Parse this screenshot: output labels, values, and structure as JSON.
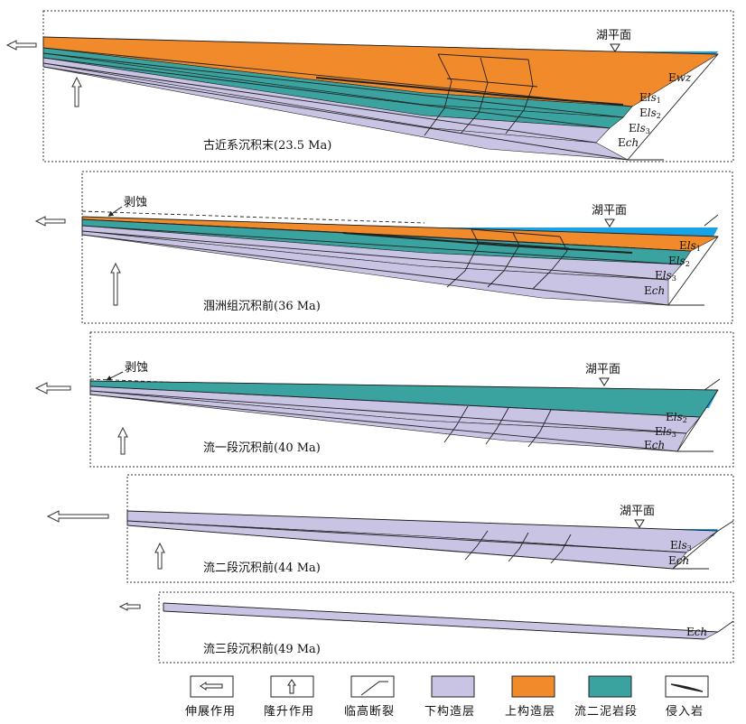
{
  "colors": {
    "lower_layer": "#c9c4e3",
    "upper_layer": "#f18a2a",
    "mudstone": "#3aa3a0",
    "lake": "#18a3e6",
    "stroke": "#222222"
  },
  "panels": [
    {
      "caption": "古近系沉积末(23.5 Ma)",
      "lake_label": "湖平面",
      "units": [
        {
          "prefix": "E",
          "italic": "wz",
          "sub": ""
        },
        {
          "prefix": "E",
          "italic": "ls",
          "sub": "1"
        },
        {
          "prefix": "E",
          "italic": "ls",
          "sub": "2"
        },
        {
          "prefix": "E",
          "italic": "ls",
          "sub": "3"
        },
        {
          "prefix": "E",
          "italic": "ch",
          "sub": ""
        }
      ]
    },
    {
      "caption": "涠洲组沉积前(36 Ma)",
      "lake_label": "湖平面",
      "erosion_label": "剥蚀",
      "units": [
        {
          "prefix": "E",
          "italic": "ls",
          "sub": "1"
        },
        {
          "prefix": "E",
          "italic": "ls",
          "sub": "2"
        },
        {
          "prefix": "E",
          "italic": "ls",
          "sub": "3"
        },
        {
          "prefix": "E",
          "italic": "ch",
          "sub": ""
        }
      ]
    },
    {
      "caption": "流一段沉积前(40 Ma)",
      "lake_label": "湖平面",
      "erosion_label": "剥蚀",
      "units": [
        {
          "prefix": "E",
          "italic": "ls",
          "sub": "2"
        },
        {
          "prefix": "E",
          "italic": "ls",
          "sub": "3"
        },
        {
          "prefix": "E",
          "italic": "ch",
          "sub": ""
        }
      ]
    },
    {
      "caption": "流二段沉积前(44 Ma)",
      "lake_label": "湖平面",
      "units": [
        {
          "prefix": "E",
          "italic": "ls",
          "sub": "3"
        },
        {
          "prefix": "E",
          "italic": "ch",
          "sub": ""
        }
      ]
    },
    {
      "caption": "流三段沉积前(49 Ma)",
      "units": [
        {
          "prefix": "E",
          "italic": "ch",
          "sub": ""
        }
      ]
    }
  ],
  "legend": [
    {
      "label": "伸展作用",
      "icon": "extension-arrow-icon"
    },
    {
      "label": "隆升作用",
      "icon": "uplift-arrow-icon"
    },
    {
      "label": "临高断裂",
      "icon": "fault-icon"
    },
    {
      "label": "下构造层",
      "icon": "lower-layer-swatch"
    },
    {
      "label": "上构造层",
      "icon": "upper-layer-swatch"
    },
    {
      "label": "流二泥岩段",
      "icon": "mudstone-swatch"
    },
    {
      "label": "侵入岩",
      "icon": "intrusive-icon"
    }
  ]
}
